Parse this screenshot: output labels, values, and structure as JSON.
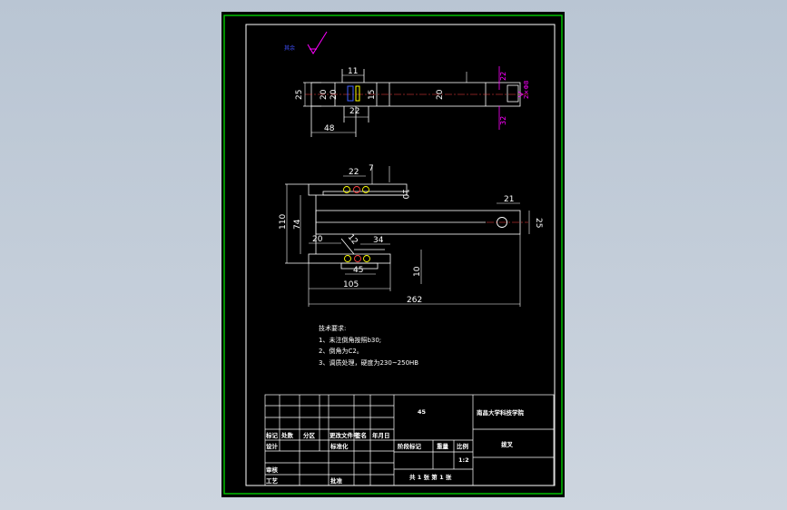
{
  "surface_symbol_label": "其余",
  "top_view_dims": {
    "d11": "11",
    "d25": "25",
    "d20a": "20",
    "d20b": "20",
    "d15": "15",
    "d22": "22",
    "d48": "48",
    "d20c": "20",
    "d22r": "22",
    "d32": "32",
    "hole": "2×Φ8"
  },
  "front_view_dims": {
    "d22": "22",
    "d7": "7",
    "d10a": "10",
    "d110": "110",
    "d74": "74",
    "d21": "21",
    "d25": "25",
    "d20": "20",
    "d34": "34",
    "d12": "12",
    "d45": "45",
    "d10b": "10",
    "d105": "105",
    "d262": "262"
  },
  "tech_notes": {
    "title": "技术要求:",
    "line1": "1、未注倒角按照b30;",
    "line2": "2、倒角为C2。",
    "line3": "3、调质处理，硬度为230~250HB"
  },
  "title_block": {
    "material": "45",
    "school": "南昌大学科技学院",
    "part_name": "拨叉",
    "h_mark": "标记",
    "h_count": "处数",
    "h_zone": "分区",
    "h_docno": "更改文件号",
    "h_sign": "签名",
    "h_date": "年月日",
    "h_design": "设计",
    "h_standard": "标准化",
    "h_review": "审核",
    "h_process": "工艺",
    "h_approve": "批准",
    "h_stage": "阶段标记",
    "h_weight": "重量",
    "h_scale": "比例",
    "scale_value": "1:2",
    "sheet_info": "共 1 张 第 1 张"
  }
}
